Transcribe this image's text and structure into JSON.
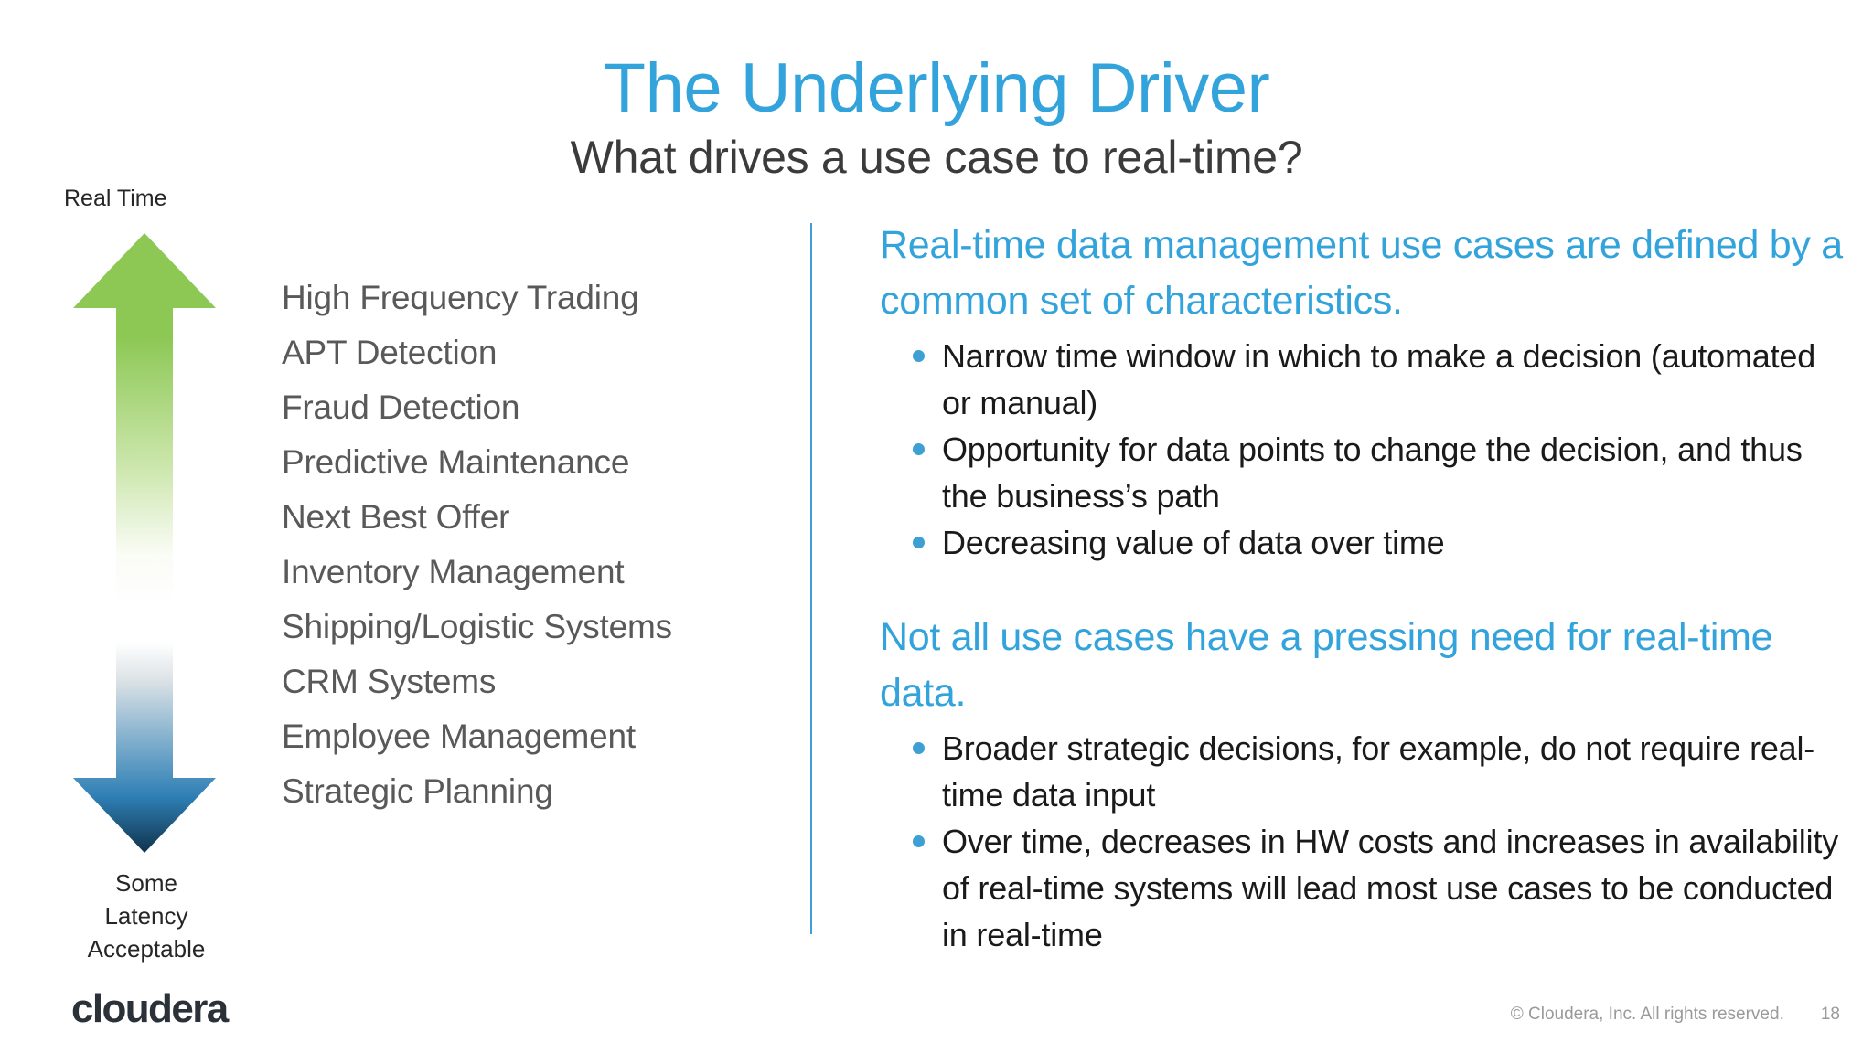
{
  "slide": {
    "title": "The Underlying Driver",
    "subtitle": "What drives a use case to real-time?",
    "title_color": "#33A3DC",
    "subtitle_color": "#3B3B3B"
  },
  "axis": {
    "top_label": "Real Time",
    "bottom_label_lines": [
      "Some",
      "Latency",
      "Acceptable"
    ],
    "bottom_label": "Some Latency Acceptable",
    "arrow": {
      "name": "double-headed-vertical-arrow",
      "top_color": "#8DC855",
      "mid_color": "#FFFFFF",
      "bottom_color": "#2E7FB5",
      "bottom_tip_color": "#10334C"
    }
  },
  "use_cases": [
    "High Frequency Trading",
    "APT Detection",
    "Fraud Detection",
    "Predictive Maintenance",
    "Next Best Offer",
    "Inventory Management",
    "Shipping/Logistic Systems",
    "CRM Systems",
    "Employee Management",
    "Strategic Planning"
  ],
  "right": {
    "groups": [
      {
        "heading": "Real-time data management use cases are defined by a common set of characteristics.",
        "bullets": [
          "Narrow time window in which to make a decision (automated or manual)",
          "Opportunity for data points to change the decision, and thus the business’s path",
          "Decreasing value of data over time"
        ]
      },
      {
        "heading": "Not all use cases have a pressing need for real-time data.",
        "bullets": [
          "Broader strategic decisions, for example, do not require real-time data input",
          "Over time, decreases in HW costs and increases in availability of real-time systems will lead most use cases to be conducted in real-time"
        ]
      }
    ],
    "bullet_color": "#3E9FD4",
    "heading_color": "#33A3DC"
  },
  "footer": {
    "logo": "cloudera",
    "copyright": "© Cloudera, Inc. All rights reserved.",
    "page_number": "18"
  }
}
